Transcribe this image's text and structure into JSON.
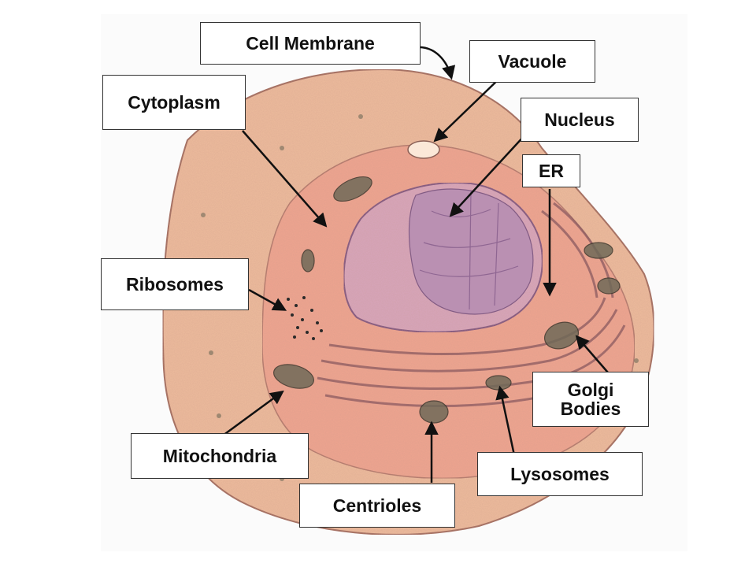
{
  "labels": {
    "cell_membrane": "Cell Membrane",
    "vacuole": "Vacuole",
    "cytoplasm": "Cytoplasm",
    "nucleus": "Nucleus",
    "er": "ER",
    "ribosomes": "Ribosomes",
    "golgi_bodies": "Golgi Bodies",
    "mitochondria": "Mitochondria",
    "lysosomes": "Lysosomes",
    "centrioles": "Centrioles"
  },
  "colors": {
    "outer_cell": "#eebc9c",
    "inner_cytoplasm": "#f0a590",
    "nucleus": "#d8a6bc",
    "nucleus_shadow": "#b48cb2",
    "organelle": "#6f6a58",
    "line": "#111111"
  }
}
